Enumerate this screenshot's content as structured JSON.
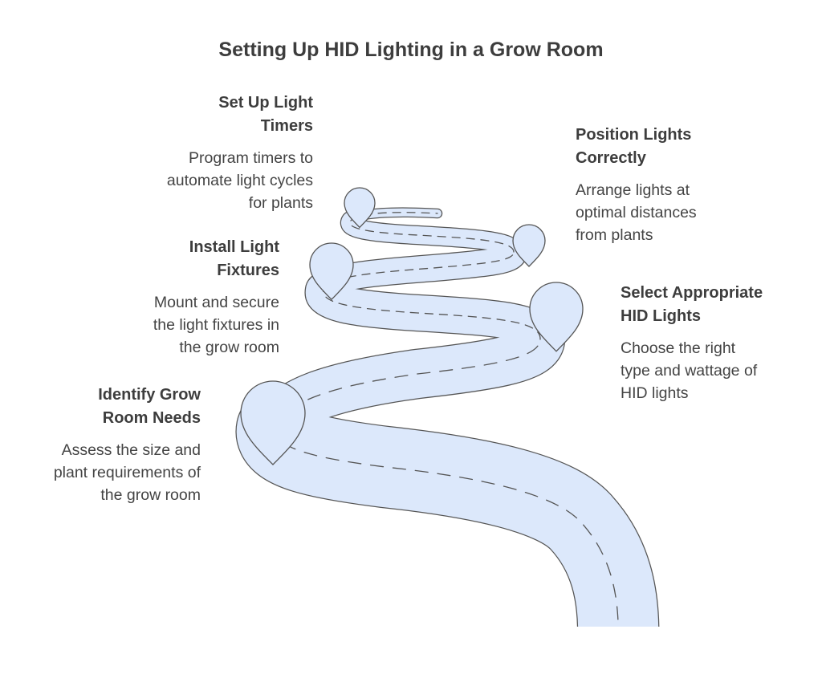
{
  "title": "Setting Up HID Lighting in a Grow Room",
  "steps": [
    {
      "heading": [
        "Identify Grow",
        "Room Needs"
      ],
      "description": [
        "Assess the size and",
        "plant requirements of",
        "the grow room"
      ]
    },
    {
      "heading": [
        "Select Appropriate",
        "HID Lights"
      ],
      "description": [
        "Choose the right",
        "type and wattage of",
        "HID lights"
      ]
    },
    {
      "heading": [
        "Install Light",
        "Fixtures"
      ],
      "description": [
        "Mount and secure",
        "the light fixtures in",
        "the grow room"
      ]
    },
    {
      "heading": [
        "Position Lights",
        "Correctly"
      ],
      "description": [
        "Arrange lights at",
        "optimal distances",
        "from plants"
      ]
    },
    {
      "heading": [
        "Set Up Light",
        "Timers"
      ],
      "description": [
        "Program timers to",
        "automate light cycles",
        "for plants"
      ]
    }
  ],
  "colors": {
    "road": "#dce8fb",
    "outline": "#555555",
    "text": "#444444"
  }
}
